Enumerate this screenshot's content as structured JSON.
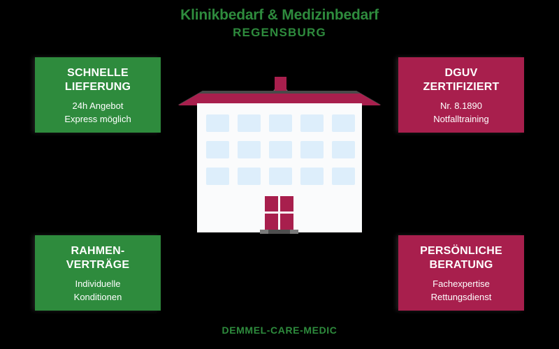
{
  "page": {
    "background_color": "#000000",
    "accent_green": "#2e8b3d",
    "accent_maroon": "#a81f4d"
  },
  "headline": {
    "main": "Klinikbedarf & Medizinbedarf",
    "sub": "REGENSBURG"
  },
  "footer": {
    "caption": "DEMMEL-CARE-MEDIC"
  },
  "cards": [
    {
      "id": "schnelle-lieferung",
      "color": "green",
      "title_line1": "SCHNELLE",
      "title_line2": "LIEFERUNG",
      "detail_line1": "24h Angebot",
      "detail_line2": "Express möglich"
    },
    {
      "id": "dguv-zertifiziert",
      "color": "maroon",
      "title_line1": "DGUV",
      "title_line2": "ZERTIFIZIERT",
      "detail_line1": "Nr. 8.1890",
      "detail_line2": "Notfalltraining"
    },
    {
      "id": "rahmenvertraege",
      "color": "green",
      "title_line1": "RAHMEN-",
      "title_line2": "VERTRÄGE",
      "detail_line1": "Individuelle",
      "detail_line2": "Konditionen"
    },
    {
      "id": "persoenliche-beratung",
      "color": "maroon",
      "title_line1": "PERSÖNLICHE",
      "title_line2": "BERATUNG",
      "detail_line1": "Fachexpertise",
      "detail_line2": "Rettungsdienst"
    }
  ],
  "illustration": {
    "name": "clinic-building",
    "roof_color": "#a81f4d",
    "facade_color": "#fafbfc",
    "window_color": "#ddeefb",
    "window_rows": 3,
    "window_columns": 5,
    "door_color": "#a81f4d"
  }
}
